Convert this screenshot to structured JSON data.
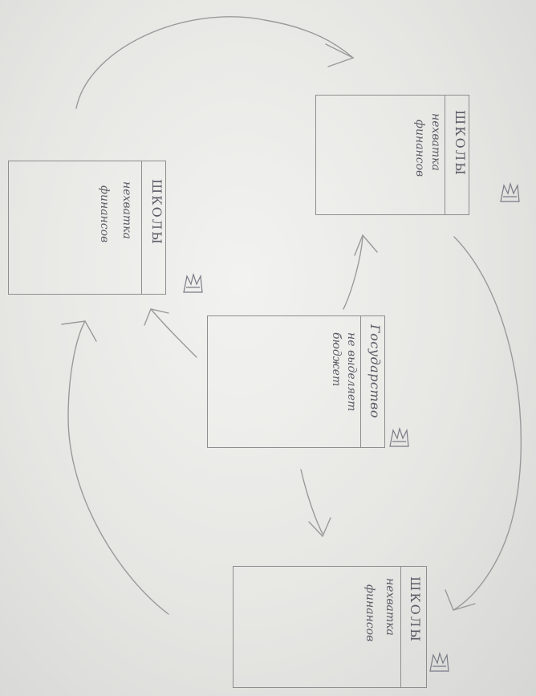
{
  "diagram": {
    "schools": [
      {
        "title": "ШКОЛЫ",
        "lines": [
          "нехватка",
          "финансов"
        ]
      },
      {
        "title": "ШКОЛЫ",
        "lines": [
          "нехватка",
          "финансов"
        ]
      },
      {
        "title": "ШКОЛЫ",
        "lines": [
          "нехватка",
          "финансов"
        ]
      }
    ],
    "state": {
      "title": "Государство",
      "lines": [
        "не выделяет",
        "бюджет"
      ]
    }
  },
  "colors": {
    "ink": "#5b5b66",
    "pencil": "#8e8e8e",
    "paper": "#ebebe8"
  },
  "icons": [
    "crown-icon"
  ]
}
